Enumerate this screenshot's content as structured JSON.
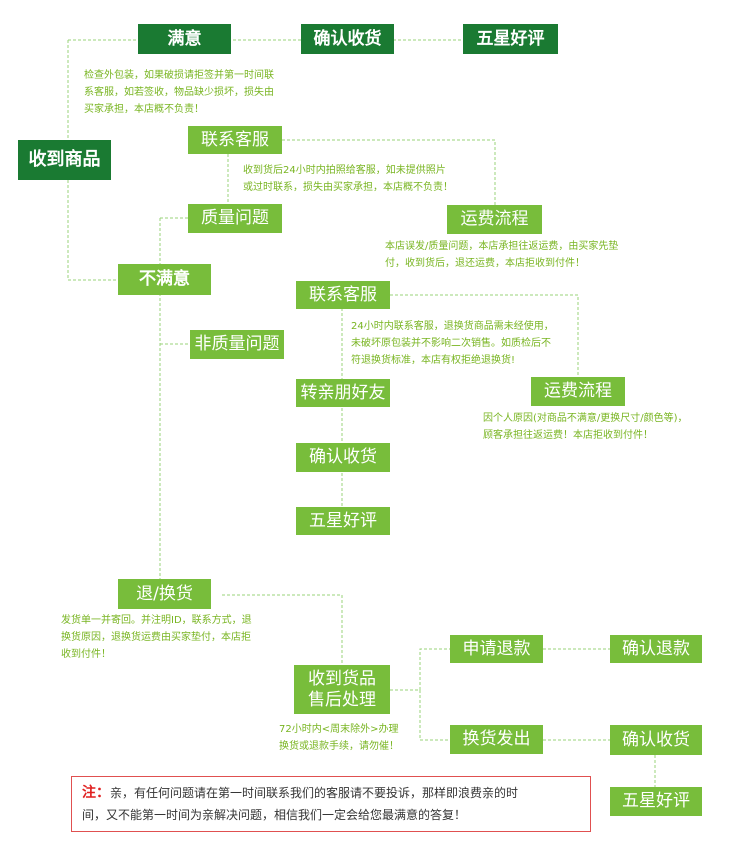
{
  "nodes": {
    "satisfied": "满意",
    "confirm_receipt_top": "确认收货",
    "five_star_top": "五星好评",
    "received_goods": "收到商品",
    "contact_cs_1": "联系客服",
    "quality_issue": "质量问题",
    "shipping_flow_1": "运费流程",
    "unsatisfied": "不满意",
    "contact_cs_2": "联系客服",
    "non_quality_issue": "非质量问题",
    "share_friends": "转亲朋好友",
    "confirm_receipt_mid": "确认收货",
    "five_star_mid": "五星好评",
    "shipping_flow_2": "运费流程",
    "return_exchange": "退/换货",
    "after_sales_line1": "收到货品",
    "after_sales_line2": "售后处理",
    "apply_refund": "申请退款",
    "confirm_refund": "确认退款",
    "exchange_ship": "换货发出",
    "confirm_receipt_bottom": "确认收货",
    "five_star_bottom": "五星好评"
  },
  "notes": {
    "check_package": [
      "检查外包装，如果破损请拒签并第一时间联",
      "系客服，如若签收，物品缺少损坏，损失由",
      "买家承担，本店概不负责！"
    ],
    "quality_contact": [
      "收到货后24小时内拍照给客服，如未提供照片",
      "或过时联系，损失由买家承担，本店概不负责！"
    ],
    "quality_shipping": [
      "本店误发/质量问题，本店承担往返运费，由买家先垫",
      "付，收到货后，退还运费，本店拒收到付件！"
    ],
    "non_quality_contact": [
      "24小时内联系客服，退换货商品需未经使用，",
      "未破坏原包装并不影响二次销售。如质检后不",
      "符退换货标准，本店有权拒绝退换货!"
    ],
    "non_quality_shipping": [
      "因个人原因(对商品不满意/更换尺寸/颜色等)，",
      "顾客承担往返运费！本店拒收到付件！"
    ],
    "return_info": [
      "发货单一并寄回。并注明ID，联系方式，退",
      "换货原因，退换货运费由买家垫付，本店拒",
      "收到付件！"
    ],
    "processing_time": [
      "72小时内<周末除外>办理",
      "换货或退款手续，请勿催！"
    ]
  },
  "notice": {
    "label": "注：",
    "line1": "亲，有任何问题请在第一时间联系我们的客服请不要投诉，那样即浪费亲的时",
    "line2": "间，又不能第一时间为亲解决问题，相信我们一定会给您最满意的答复！"
  },
  "colors": {
    "dark_green": "#1a7a32",
    "light_green": "#78bd3b",
    "note_text": "#79b522",
    "connector": "#9ad37a",
    "notice_border": "#e05050",
    "notice_label": "#e02020"
  }
}
